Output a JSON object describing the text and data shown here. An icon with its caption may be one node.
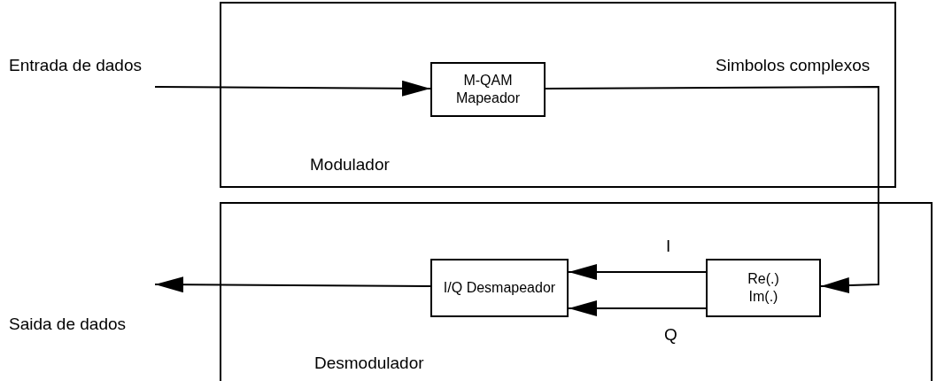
{
  "diagram": {
    "nodes": [
      {
        "text": [
          "Modulador"
        ]
      },
      {
        "text": [
          "M-QAM Mapeador"
        ],
        "in": 0
      },
      {
        "text": [
          "Desmodulador"
        ]
      },
      {
        "text": [
          "Re(.)",
          "Im(.)"
        ],
        "in": 2
      },
      {
        "text": [
          "I/Q Desmapeador"
        ],
        "in": 2
      }
    ],
    "edges": [
      {
        "from": null,
        "to": 1,
        "arrow": "to",
        "label": "Entrada de dados"
      },
      {
        "from": 1,
        "to": 3,
        "arrow": "to",
        "label": "Simbolos complexos"
      },
      {
        "from": 3,
        "to": 4,
        "arrow": "to",
        "label": "I"
      },
      {
        "from": 3,
        "to": 4,
        "arrow": "to",
        "label": "Q"
      },
      {
        "from": 4,
        "to": null,
        "arrow": "to",
        "label": "Saida de dados"
      }
    ]
  }
}
